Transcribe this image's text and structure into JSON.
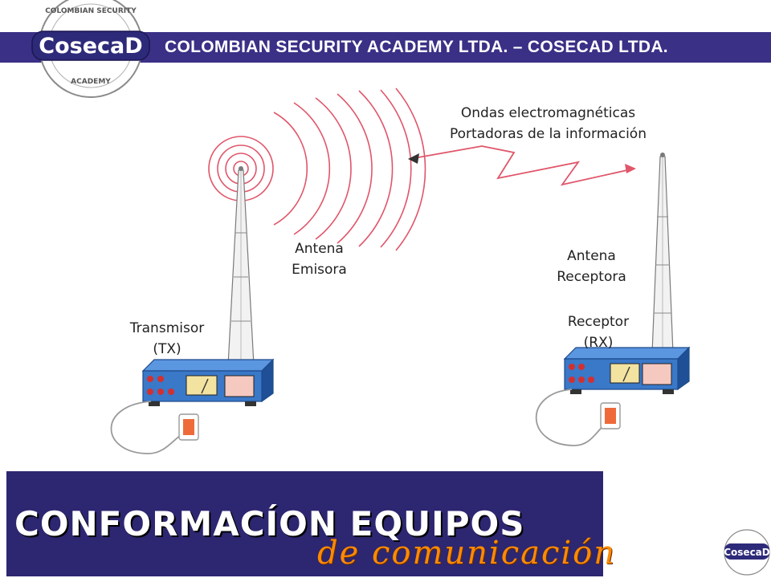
{
  "header": {
    "title": "COLOMBIAN SECURITY ACADEMY LTDA. – COSECAD LTDA.",
    "logo": {
      "brand": "CosecaD",
      "ring_top": "COLOMBIAN SECURITY",
      "ring_bottom": "ACADEMY"
    }
  },
  "diagram": {
    "waves_label": [
      "Ondas electromagnéticas",
      "Portadoras de la información"
    ],
    "tx_antenna_label": [
      "Antena",
      "Emisora"
    ],
    "rx_antenna_label": [
      "Antena",
      "Receptora"
    ],
    "transmitter_label": [
      "Transmisor",
      "(TX)"
    ],
    "receiver_label": [
      "Receptor",
      "(RX)"
    ]
  },
  "footer": {
    "title": "CONFORMACÍON EQUIPOS",
    "subtitle": "de comunicación",
    "logo_brand": "CosecaD"
  },
  "colors": {
    "header_bar": "#3a3086",
    "footer_panel": "#2d2670",
    "wave": "#e0566a",
    "device_top": "#3f7fd0",
    "device_body": "#2a5ea8",
    "subtitle": "#ff8a00"
  }
}
